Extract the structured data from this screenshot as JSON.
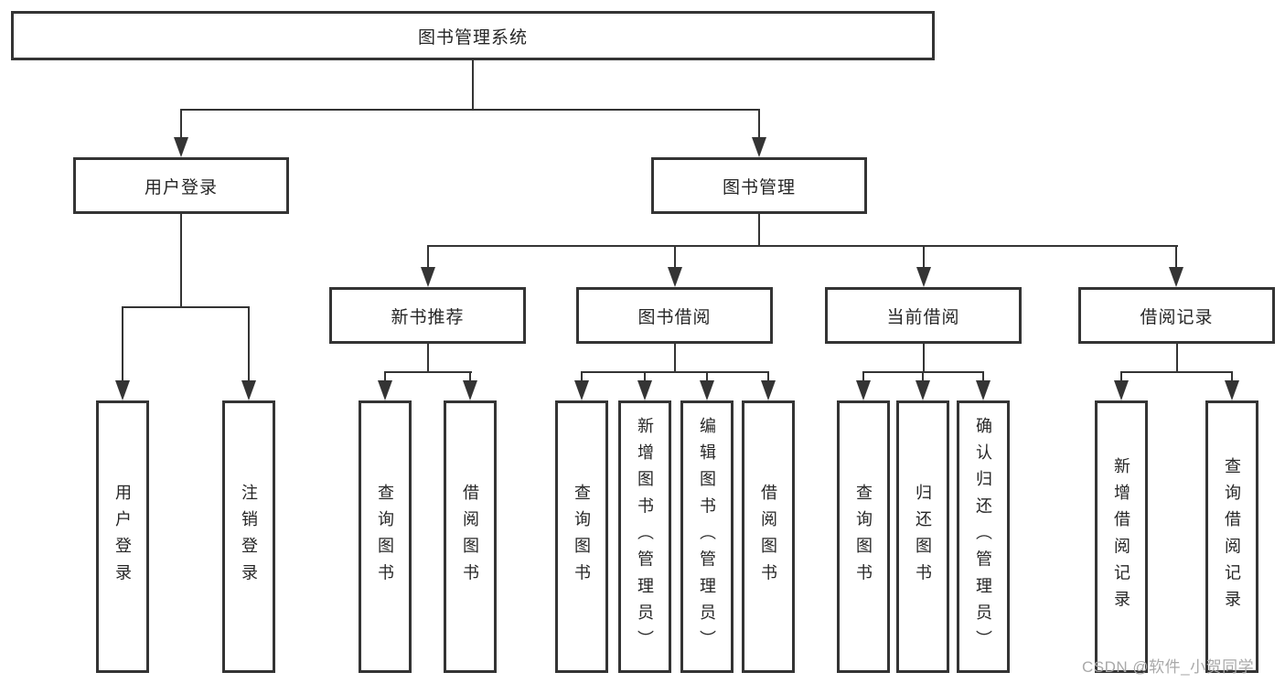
{
  "tree": {
    "root": {
      "label": "图书管理系统",
      "children": [
        {
          "label": "用户登录",
          "children": [
            {
              "label": "用户登录"
            },
            {
              "label": "注销登录"
            }
          ]
        },
        {
          "label": "图书管理",
          "children": [
            {
              "label": "新书推荐",
              "children": [
                {
                  "label": "查询图书"
                },
                {
                  "label": "借阅图书"
                }
              ]
            },
            {
              "label": "图书借阅",
              "children": [
                {
                  "label": "查询图书"
                },
                {
                  "label": "新增图书（管理员）"
                },
                {
                  "label": "编辑图书（管理员）"
                },
                {
                  "label": "借阅图书"
                }
              ]
            },
            {
              "label": "当前借阅",
              "children": [
                {
                  "label": "查询图书"
                },
                {
                  "label": "归还图书"
                },
                {
                  "label": "确认归还（管理员）"
                }
              ]
            },
            {
              "label": "借阅记录",
              "children": [
                {
                  "label": "新增借阅记录"
                },
                {
                  "label": "查询借阅记录"
                }
              ]
            }
          ]
        }
      ]
    }
  },
  "watermark": "CSDN @软件_小贺同学",
  "colors": {
    "line": "#343434",
    "text": "#262626",
    "watermark": "#a9a9a9",
    "background": "#ffffff"
  }
}
